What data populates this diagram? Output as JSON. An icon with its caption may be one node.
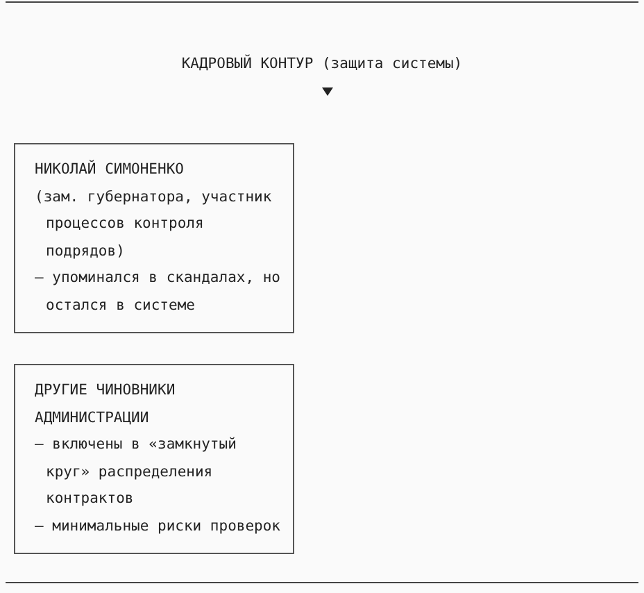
{
  "diagram": {
    "title": "КАДРОВЫЙ КОНТУР (защита системы)",
    "nodes": [
      {
        "text": [
          "НИКОЛАЙ СИМОНЕНКО",
          "(зам. губернатора, участник процессов контроля подрядов)",
          "— упоминался в скандалах, но остался в системе"
        ]
      },
      {
        "text": [
          "ДРУГИЕ ЧИНОВНИКИ АДМИНИСТРАЦИИ",
          "— включены в «замкнутый круг» распределения контрактов",
          "— минимальные риски проверок"
        ]
      }
    ]
  }
}
